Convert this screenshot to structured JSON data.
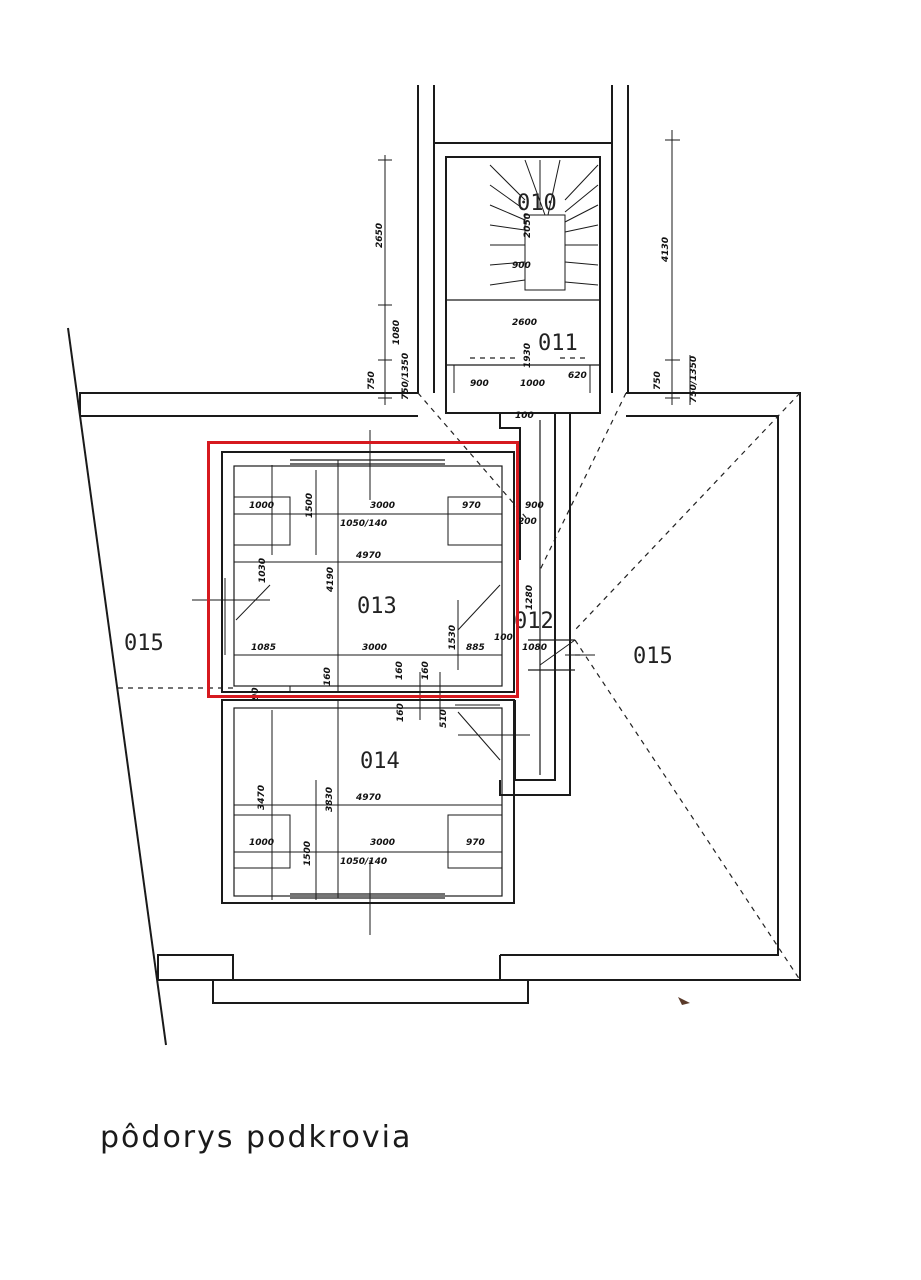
{
  "caption": "pôdorys podkrovia",
  "highlight_color": "#d6191f",
  "rooms": {
    "r010": "010",
    "r011": "011",
    "r012": "012",
    "r013": "013",
    "r014": "014",
    "r015_left": "015",
    "r015_right": "015"
  },
  "dims": {
    "d2650": "2650",
    "d1080": "1080",
    "d750a": "750",
    "d750b": "750/1350",
    "d4130": "4130",
    "d750c": "750",
    "d750d": "750/1350",
    "d2050": "2050",
    "d900a": "900",
    "d2600": "2600",
    "d1930": "1930",
    "d900b": "900",
    "d1000a": "1000",
    "d620": "620",
    "d100a": "100",
    "d1000b": "1000",
    "d1500a": "1500",
    "d3000a": "3000",
    "d970a": "970",
    "d900c": "900",
    "d1050a": "1050/140",
    "d200": "200",
    "d4970a": "4970",
    "d1030": "1030",
    "d4190": "4190",
    "d1280": "1280",
    "d1085": "1085",
    "d3000b": "3000",
    "d1530": "1530",
    "d885": "885",
    "d100b": "100",
    "d1080b": "1080",
    "d160a": "160",
    "d160b": "160",
    "d160c": "160",
    "d90": "90",
    "d160d": "160",
    "d510": "510",
    "d3470": "3470",
    "d3830": "3830",
    "d4970b": "4970",
    "d1000c": "1000",
    "d3000c": "3000",
    "d970b": "970",
    "d1500b": "1500",
    "d1050b": "1050/140"
  }
}
